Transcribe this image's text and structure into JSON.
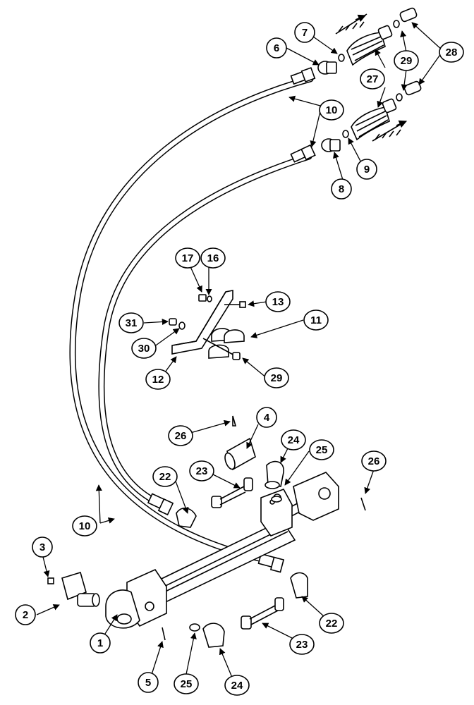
{
  "callouts": [
    "1",
    "2",
    "3",
    "4",
    "5",
    "6",
    "7",
    "8",
    "9",
    "10",
    "10",
    "11",
    "12",
    "13",
    "16",
    "17",
    "22",
    "22",
    "23",
    "23",
    "24",
    "24",
    "25",
    "25",
    "26",
    "26",
    "27",
    "28",
    "29",
    "29",
    "30",
    "31"
  ],
  "colors": {
    "ink": "#000000",
    "paper": "#ffffff",
    "shade": "#d9d9d9"
  }
}
